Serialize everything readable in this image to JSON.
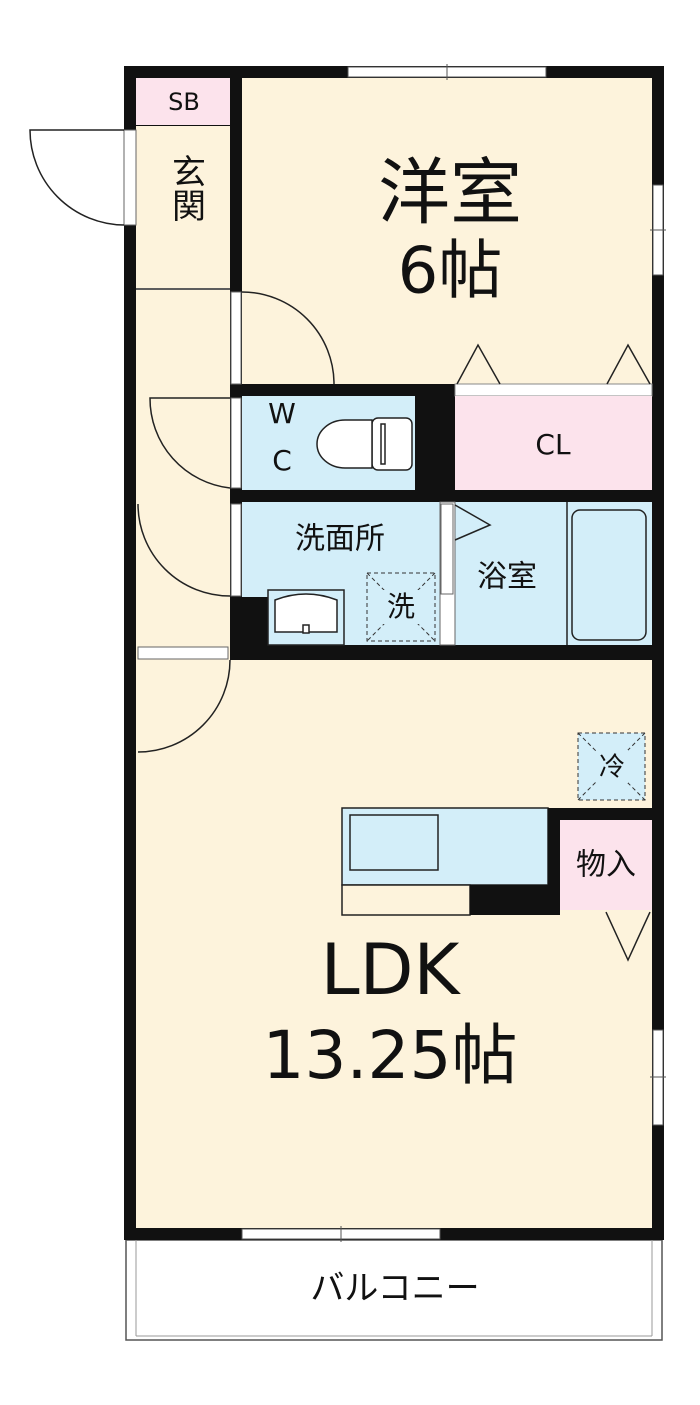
{
  "rooms": {
    "western_room": {
      "name": "洋室",
      "size": "6帖"
    },
    "ldk": {
      "name": "LDK",
      "size": "13.25帖"
    },
    "shoe_box": "SB",
    "entrance": "玄関",
    "wc_line1": "W",
    "wc_line2": "C",
    "closet": "CL",
    "washroom": "洗面所",
    "washer": "洗",
    "bathroom": "浴室",
    "fridge": "冷",
    "storage": "物入",
    "balcony": "バルコニー"
  },
  "colors": {
    "room_beige": "#fdf3dc",
    "wet_blue": "#d3eef9",
    "storage_pink": "#fce3ec",
    "wall": "#111111"
  }
}
